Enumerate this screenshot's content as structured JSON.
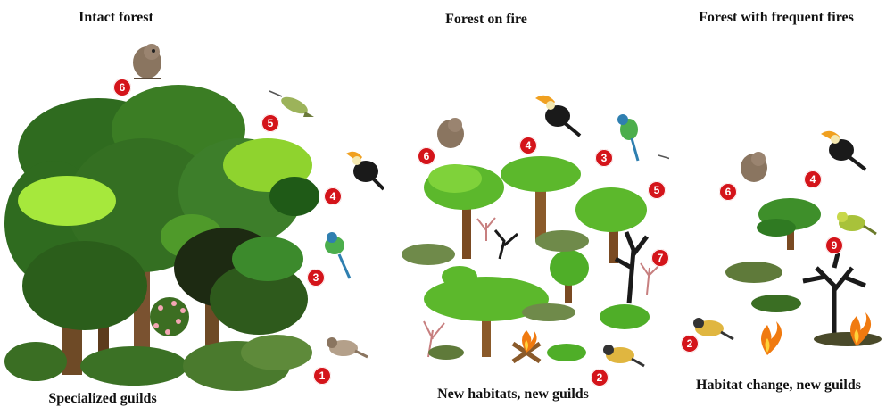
{
  "panels": [
    {
      "title": "Intact forest",
      "caption": "Specialized guilds",
      "badges": [
        "6",
        "5",
        "4",
        "3",
        "1"
      ]
    },
    {
      "title": "Forest on fire",
      "caption": "New habitats, new guilds",
      "badges": [
        "6",
        "4",
        "3",
        "5",
        "7",
        "2"
      ]
    },
    {
      "title": "Forest with frequent fires",
      "caption": "Habitat change, new guilds",
      "badges": [
        "6",
        "4",
        "9",
        "2"
      ]
    }
  ],
  "colors": {
    "badge": "#d4141a",
    "canopy_dark": "#2f6b1f",
    "canopy_mid": "#4f9a2a",
    "canopy_light": "#a6e83c",
    "trunk": "#7a4a22",
    "burnt_trunk": "#1a1a1a",
    "fire": "#f07a10"
  },
  "icons": [
    "owl-icon",
    "hummingbird-icon",
    "toucan-icon",
    "motmot-icon",
    "thrush-icon",
    "woodpecker-icon",
    "flycatcher-icon",
    "tanager-icon",
    "campfire-icon",
    "flame-icon"
  ]
}
